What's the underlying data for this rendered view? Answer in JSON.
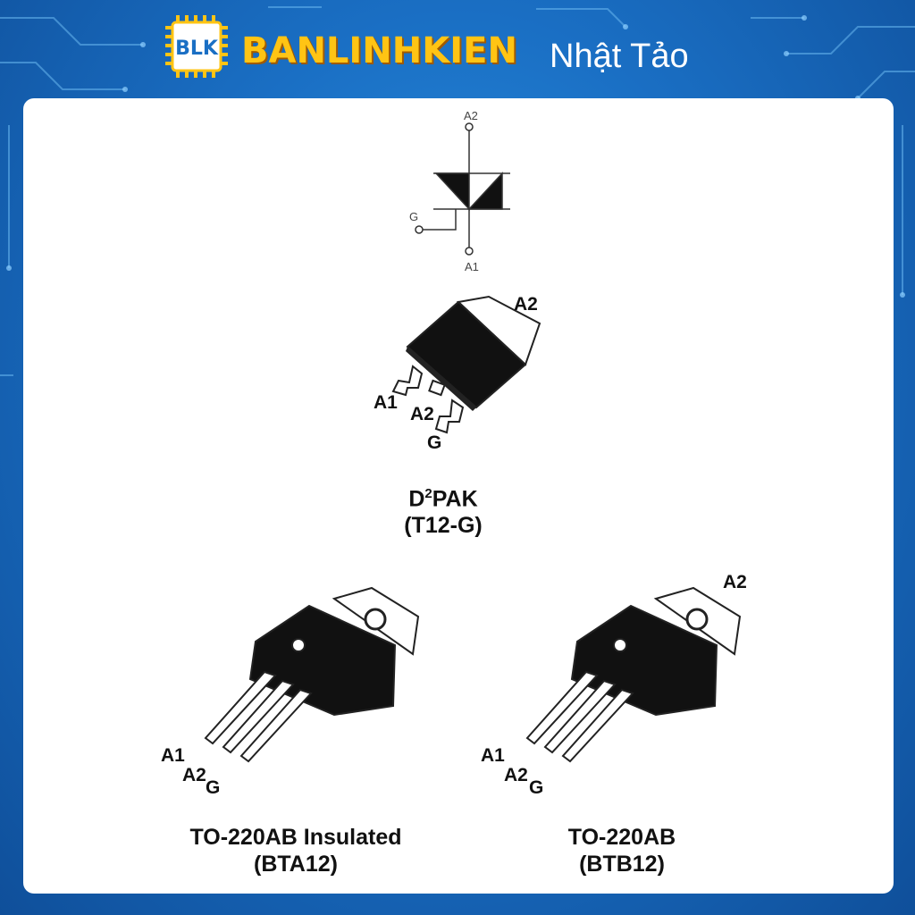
{
  "header": {
    "logo_text": "BLK",
    "brand_name": "BANLINHKIEN",
    "brand_sub": "Nhật Tảo"
  },
  "symbol": {
    "terminal_top": "A2",
    "terminal_gate": "G",
    "terminal_bottom": "A1"
  },
  "d2pak": {
    "pin_tab": "A2",
    "pin_1": "A1",
    "pin_2": "A2",
    "pin_3": "G",
    "name_main": "D",
    "name_sup": "2",
    "name_rest": "PAK",
    "part": "(T12-G)"
  },
  "to220_insulated": {
    "pin_1": "A1",
    "pin_2": "A2",
    "pin_3": "G",
    "name": "TO-220AB Insulated",
    "part": "(BTA12)"
  },
  "to220": {
    "pin_tab": "A2",
    "pin_1": "A1",
    "pin_2": "A2",
    "pin_3": "G",
    "name": "TO-220AB",
    "part": "(BTB12)"
  },
  "colors": {
    "background": "#1a6fc4",
    "brand_yellow": "#ffc414",
    "card": "#ffffff"
  }
}
